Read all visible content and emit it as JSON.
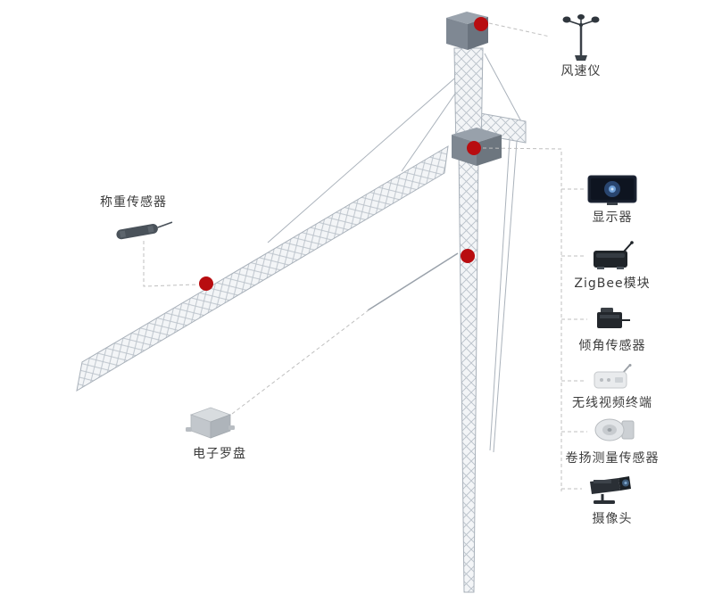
{
  "diagram": {
    "background": "#ffffff",
    "colors": {
      "marker": "#b80d10",
      "crane_fill": "#f3f5f7",
      "crane_line": "#a9b1ba",
      "connector": "#bfbfbf",
      "label_text": "#3c3c3c",
      "display_glow": "#4a7ab5"
    },
    "callouts": {
      "anemometer": {
        "label": "风速仪",
        "icon": "anemometer-icon"
      },
      "load_sensor": {
        "label": "称重传感器",
        "icon": "load-pin-icon"
      },
      "compass": {
        "label": "电子罗盘",
        "icon": "compass-box-icon"
      },
      "display": {
        "label": "显示器",
        "icon": "monitor-icon"
      },
      "zigbee": {
        "label": "ZigBee模块",
        "icon": "zigbee-module-icon"
      },
      "tilt": {
        "label": "倾角传感器",
        "icon": "tilt-sensor-icon"
      },
      "wireless_video": {
        "label": "无线视频终端",
        "icon": "wireless-terminal-icon"
      },
      "hoist": {
        "label": "卷扬测量传感器",
        "icon": "hoist-sensor-icon"
      },
      "camera": {
        "label": "摄像头",
        "icon": "cctv-camera-icon"
      }
    },
    "markers": [
      "tower-top",
      "slewing-unit",
      "mast",
      "jib"
    ]
  }
}
